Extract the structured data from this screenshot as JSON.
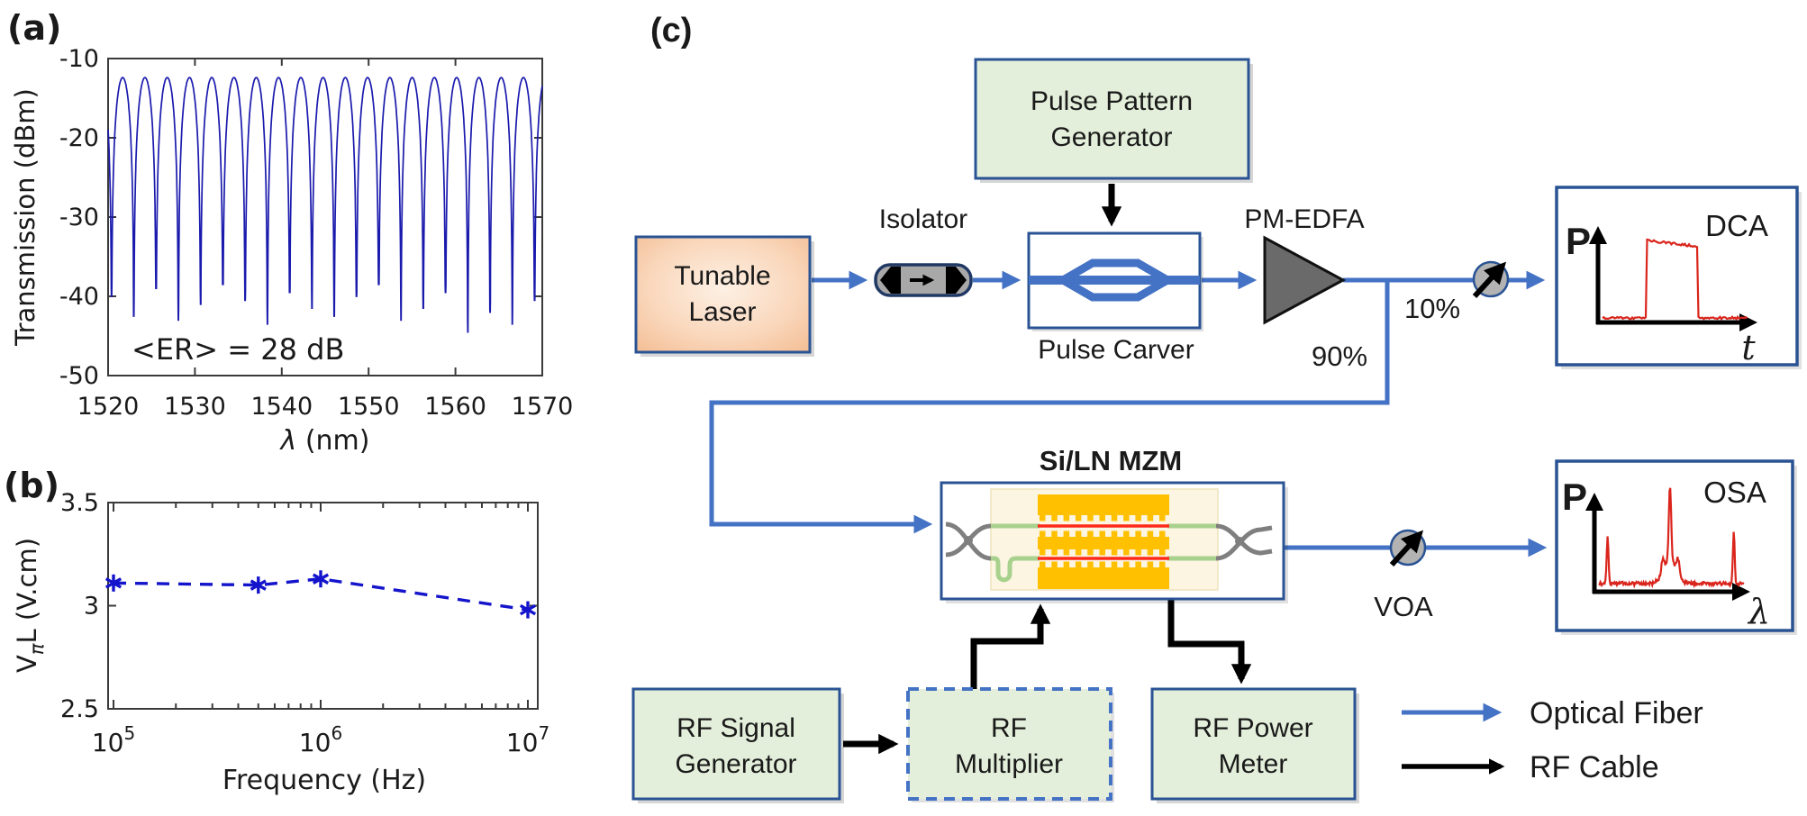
{
  "figure": {
    "panel_a_tag": "(a)",
    "panel_b_tag": "(b)",
    "panel_c_tag": "(c)",
    "background": "#ffffff"
  },
  "chart_data": [
    {
      "id": "transmission_spectrum",
      "type": "line",
      "panel": "a",
      "title": "",
      "xlabel_lambda": "λ",
      "xlabel_rest": " (nm)",
      "ylabel": "Transmission (dBm)",
      "xlim": [
        1520,
        1570
      ],
      "ylim": [
        -50,
        -10
      ],
      "xtick_vals": [
        1520,
        1530,
        1540,
        1550,
        1560,
        1570
      ],
      "xtick_labels": [
        "1520",
        "1530",
        "1540",
        "1550",
        "1560",
        "1570"
      ],
      "ytick_vals": [
        -10,
        -20,
        -30,
        -40,
        -50
      ],
      "ytick_labels": [
        "-10",
        "-20",
        "-30",
        "-40",
        "-50"
      ],
      "annotation": "<ER> = 28 dB",
      "extinction_ratio_avg_db": 28,
      "line_color": "#1a1aad",
      "grid": false,
      "legend_position": "none",
      "fringe_model": {
        "peak_dbm": -12.4,
        "fsr_nm": 2.564,
        "first_null_nm": 1520.4,
        "dip_levels_dbm": [
          -40,
          -42.5,
          -39,
          -43,
          -41,
          -38.5,
          -40.5,
          -43.5,
          -39.5,
          -41.5,
          -42.5,
          -40,
          -38.5,
          -43,
          -41.5,
          -39.5,
          -44.5,
          -42,
          -43.5,
          -40.5
        ]
      }
    },
    {
      "id": "vpi_l_vs_frequency",
      "type": "line",
      "panel": "b",
      "xlabel": "Frequency (Hz)",
      "ylabel_v": "V",
      "ylabel_sub": "π",
      "ylabel_rest": "L (V.cm)",
      "xscale": "log",
      "xlim": [
        100000,
        10000000
      ],
      "ylim": [
        2.5,
        3.5
      ],
      "xtick_exps": [
        {
          "base": "10",
          "exp": "5"
        },
        {
          "base": "10",
          "exp": "6"
        },
        {
          "base": "10",
          "exp": "7"
        }
      ],
      "ytick_vals": [
        3.5,
        3,
        2.5
      ],
      "ytick_labels": [
        "3.5",
        "3",
        "2.5"
      ],
      "x": [
        100000,
        500000,
        1000000,
        10000000
      ],
      "y": [
        3.11,
        3.1,
        3.13,
        2.98
      ],
      "line_style": "dashed",
      "marker": "asterisk",
      "color": "#1414cc",
      "grid": false
    },
    {
      "id": "dca_screen",
      "type": "line",
      "instrument": "DCA",
      "xlabel": "t",
      "ylabel": "P",
      "trace_color": "#da251c",
      "shape": {
        "kind": "square_pulse",
        "pulse_start_frac": 0.3,
        "pulse_end_frac": 0.66,
        "top_tilt": true,
        "noise": true
      }
    },
    {
      "id": "osa_screen",
      "type": "line",
      "instrument": "OSA",
      "xlabel": "λ",
      "ylabel": "P",
      "trace_color": "#da251c",
      "shape": {
        "kind": "spectrum",
        "carrier_frac": 0.49,
        "side_tone_fracs": [
          0.06,
          0.93
        ],
        "pedestal": true,
        "noise": true
      }
    }
  ],
  "diagram": {
    "pulse_pattern_generator": {
      "line1": "Pulse Pattern",
      "line2": "Generator"
    },
    "tunable_laser": {
      "line1": "Tunable",
      "line2": "Laser"
    },
    "isolator_label": "Isolator",
    "pulse_carver_label": "Pulse Carver",
    "pm_edfa_label": "PM-EDFA",
    "tap_label": "10%",
    "main_label": "90%",
    "mzm_label": "Si/LN MZM",
    "voa_label": "VOA",
    "rf_signal_generator": {
      "line1": "RF Signal",
      "line2": "Generator"
    },
    "rf_multiplier": {
      "line1": "RF",
      "line2": "Multiplier"
    },
    "rf_power_meter": {
      "line1": "RF Power",
      "line2": "Meter"
    },
    "legend": [
      {
        "label": "Optical Fiber",
        "color": "#4472c4"
      },
      {
        "label": "RF Cable",
        "color": "#000000"
      }
    ],
    "colors": {
      "optical_fiber": "#4472c4",
      "rf_cable": "#000000",
      "green_box_fill": "#e3efda",
      "box_border": "#2a5394",
      "laser_box_fill": "#f8d8bb",
      "edfa_fill": "#6a6a6a",
      "electrode_gold": "#ffc000",
      "waveguide_green": "#a9d18e",
      "phase_shifter_red": "#ff2a1a",
      "coupler_gray": "#7f7f7f",
      "trace_red": "#da251c"
    }
  }
}
